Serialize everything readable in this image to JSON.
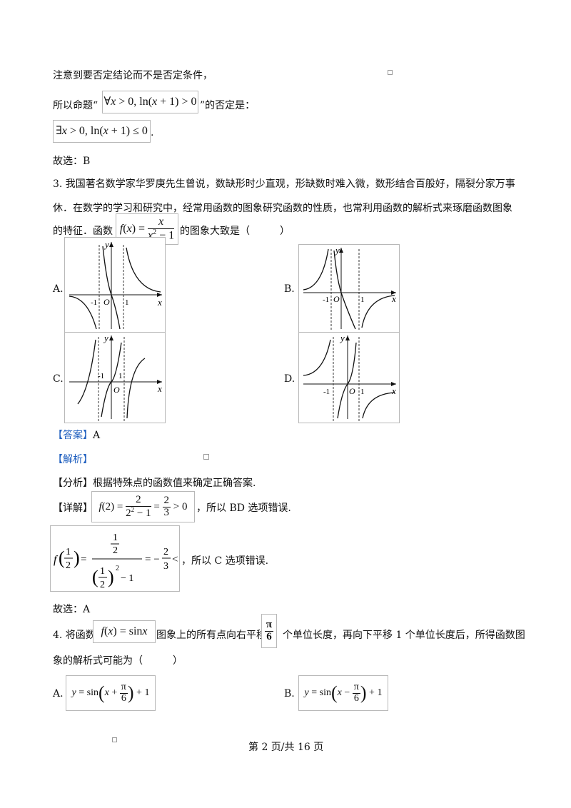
{
  "lines": {
    "l1": "注意到要否定结论而不是否定条件，",
    "l2_pre": "所以命题“",
    "l2_post": "”的否定是：",
    "l3_post": ".",
    "l4": "故选：B",
    "q3_l1": "3. 我国著名数学家华罗庚先生曾说，数缺形时少直观，形缺数时难入微，数形结合百般好，隔裂分家万事",
    "q3_l2": "休．在数学的学习和研究中，经常用函数的图象研究函数的性质，也常利用函数的解析式来琢磨函数图象",
    "q3_l3_pre": "的特征．函数",
    "q3_l3_post": "的图象大致是（　　　）",
    "answer_tag": "【答案】",
    "answer_val": "A",
    "analysis_tag": "【解析】",
    "fenxi_tag": "【分析】",
    "fenxi_text": "根据特殊点的函数值来确定正确答案.",
    "xiangjie_tag": "【详解】",
    "xj1_post": "，所以 BD 选项错误.",
    "xj2_post": "，所以 C 选项错误.",
    "choose": "故选：A",
    "q4_pre": "4. 将函数",
    "q4_mid": "图象上的所有点向右平移",
    "q4_post": "个单位长度，再向下平移 1 个单位长度后，所得函数图",
    "q4_l2": "象的解析式可能为（　　　）",
    "footer": "第 2 页/共 16 页"
  },
  "options": {
    "A": "A.",
    "B": "B.",
    "C": "C.",
    "D": "D."
  },
  "graph_labels": {
    "x": "x",
    "y": "y",
    "o": "O",
    "neg1": "-1",
    "pos1": "1"
  }
}
